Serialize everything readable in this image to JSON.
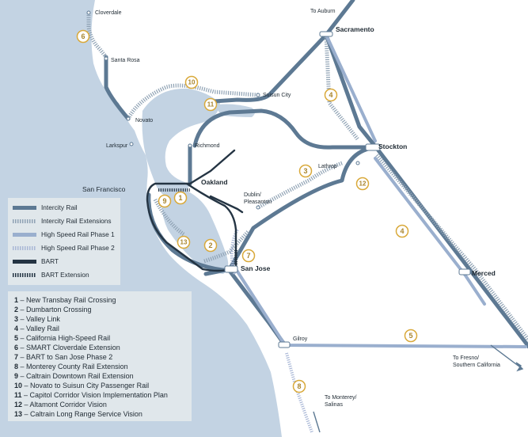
{
  "colors": {
    "intercity": "#5d7993",
    "intercity_ext": "#8fa2b4",
    "hsr1": "#9aafce",
    "hsr2": "#a9b7d6",
    "bart": "#243443",
    "bart_ext": "#243443",
    "badge": "#d9a93a"
  },
  "places": {
    "cloverdale": "Cloverdale",
    "santa_rosa": "Santa Rosa",
    "novato": "Novato",
    "larkspur": "Larkspur",
    "suisun_city": "Suisun City",
    "richmond": "Richmond",
    "san_francisco": "San Francisco",
    "oakland": "Oakland",
    "dublin": "Dublin/",
    "pleasanton": "Pleasanton",
    "lathrop": "Lathrop",
    "stockton": "Stockton",
    "sacramento": "Sacramento",
    "to_auburn": "To Auburn",
    "san_jose": "San Jose",
    "merced": "Merced",
    "gilroy": "Gilroy",
    "to_fresno_1": "To Fresno/",
    "to_fresno_2": "Southern California",
    "to_monterey_1": "To Monterey/",
    "to_monterey_2": "Salinas"
  },
  "badges": [
    "1",
    "2",
    "3",
    "4",
    "4",
    "5",
    "6",
    "7",
    "8",
    "9",
    "10",
    "11",
    "12",
    "13"
  ],
  "legend": [
    {
      "label": "Intercity Rail",
      "icon": "solid-line"
    },
    {
      "label": "Intercity Rail Extensions",
      "icon": "dashed-line"
    },
    {
      "label": "High Speed Rail Phase 1",
      "icon": "solid-line"
    },
    {
      "label": "High Speed Rail Phase 2",
      "icon": "dashed-line"
    },
    {
      "label": "BART",
      "icon": "solid-line"
    },
    {
      "label": "BART Extension",
      "icon": "dashed-line"
    }
  ],
  "projects": [
    {
      "num": "1",
      "name": " – New Transbay Rail Crossing"
    },
    {
      "num": "2",
      "name": " – Dumbarton Crossing"
    },
    {
      "num": "3",
      "name": " – Valley Link"
    },
    {
      "num": "4",
      "name": " – Valley Rail"
    },
    {
      "num": "5",
      "name": " – California High-Speed Rail"
    },
    {
      "num": "6",
      "name": " – SMART Cloverdale Extension"
    },
    {
      "num": "7",
      "name": " – BART to San Jose Phase 2"
    },
    {
      "num": "8",
      "name": " – Monterey County Rail Extension"
    },
    {
      "num": "9",
      "name": " – Caltrain Downtown Rail Extension"
    },
    {
      "num": "10",
      "name": " – Novato to Suisun City Passenger Rail"
    },
    {
      "num": "11",
      "name": " – Capitol Corridor Vision Implementation Plan"
    },
    {
      "num": "12",
      "name": " – Altamont Corridor Vision"
    },
    {
      "num": "13",
      "name": " – Caltrain Long Range Service Vision"
    }
  ]
}
